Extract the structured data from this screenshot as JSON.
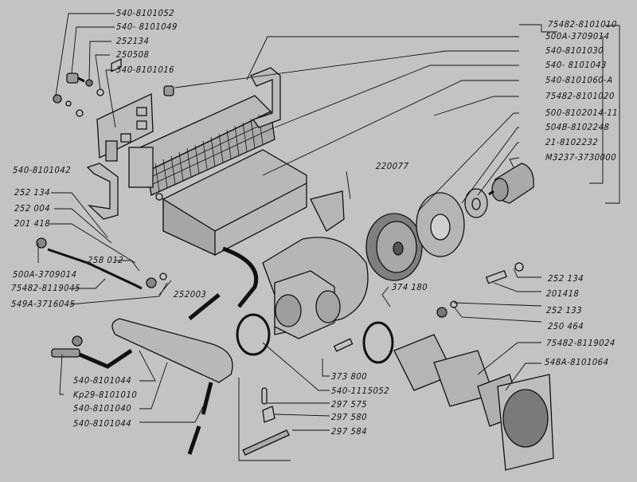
{
  "diagram": {
    "title": "Heater assembly exploded view",
    "colors": {
      "background": "#c3c3c3",
      "ink": "#111111"
    },
    "labels": {
      "l540_8101052": "540-8101052",
      "l540_8101049": "540- 8101049",
      "l252134_top": "252134",
      "l250508": "250508",
      "l540_8101016": "540-8101016",
      "l75482_8101010": "75482-8101010",
      "l500A_3709014_top": "500A-3709014",
      "l540_8101030": "540-8101030",
      "l540_8101043": "540- 8101043",
      "l540_8101060_A": "540-8101060-A",
      "l75482_8101020": "75482-8101020",
      "l500_8102014_11": "500-8102014-11",
      "l504B_8102248": "504B-8102248",
      "l21_8102232": "21-8102232",
      "lM3237_3730000": "M3237-3730000",
      "l540_8101042": "540-8101042",
      "l252134_left": "252 134",
      "l252004": "252 004",
      "l201418_left": "201 418",
      "l258012": "258 012",
      "l500A_3709014_left": "500A-3709014",
      "l75482_8119045": "75482-8119045",
      "l549A_3716045": "549A-3716045",
      "l252003": "252003",
      "l220077": "220077",
      "l374180": "374 180",
      "l252134_right": "252 134",
      "l201418_right": "201418",
      "l252133": "252 133",
      "l250464": "250 464",
      "l75482_8119024": "75482-8119024",
      "l548A_8101064": "548A-8101064",
      "l373800": "373 800",
      "l540_1115052": "540-1115052",
      "l297575": "297 575",
      "l297580": "297 580",
      "l297584": "297 584",
      "l540_8101044_a": "540-8101044",
      "lKp29_8101010": "Kp29-8101010",
      "l540_8101040": "540-8101040",
      "l540_8101044_b": "540-8101044"
    }
  }
}
